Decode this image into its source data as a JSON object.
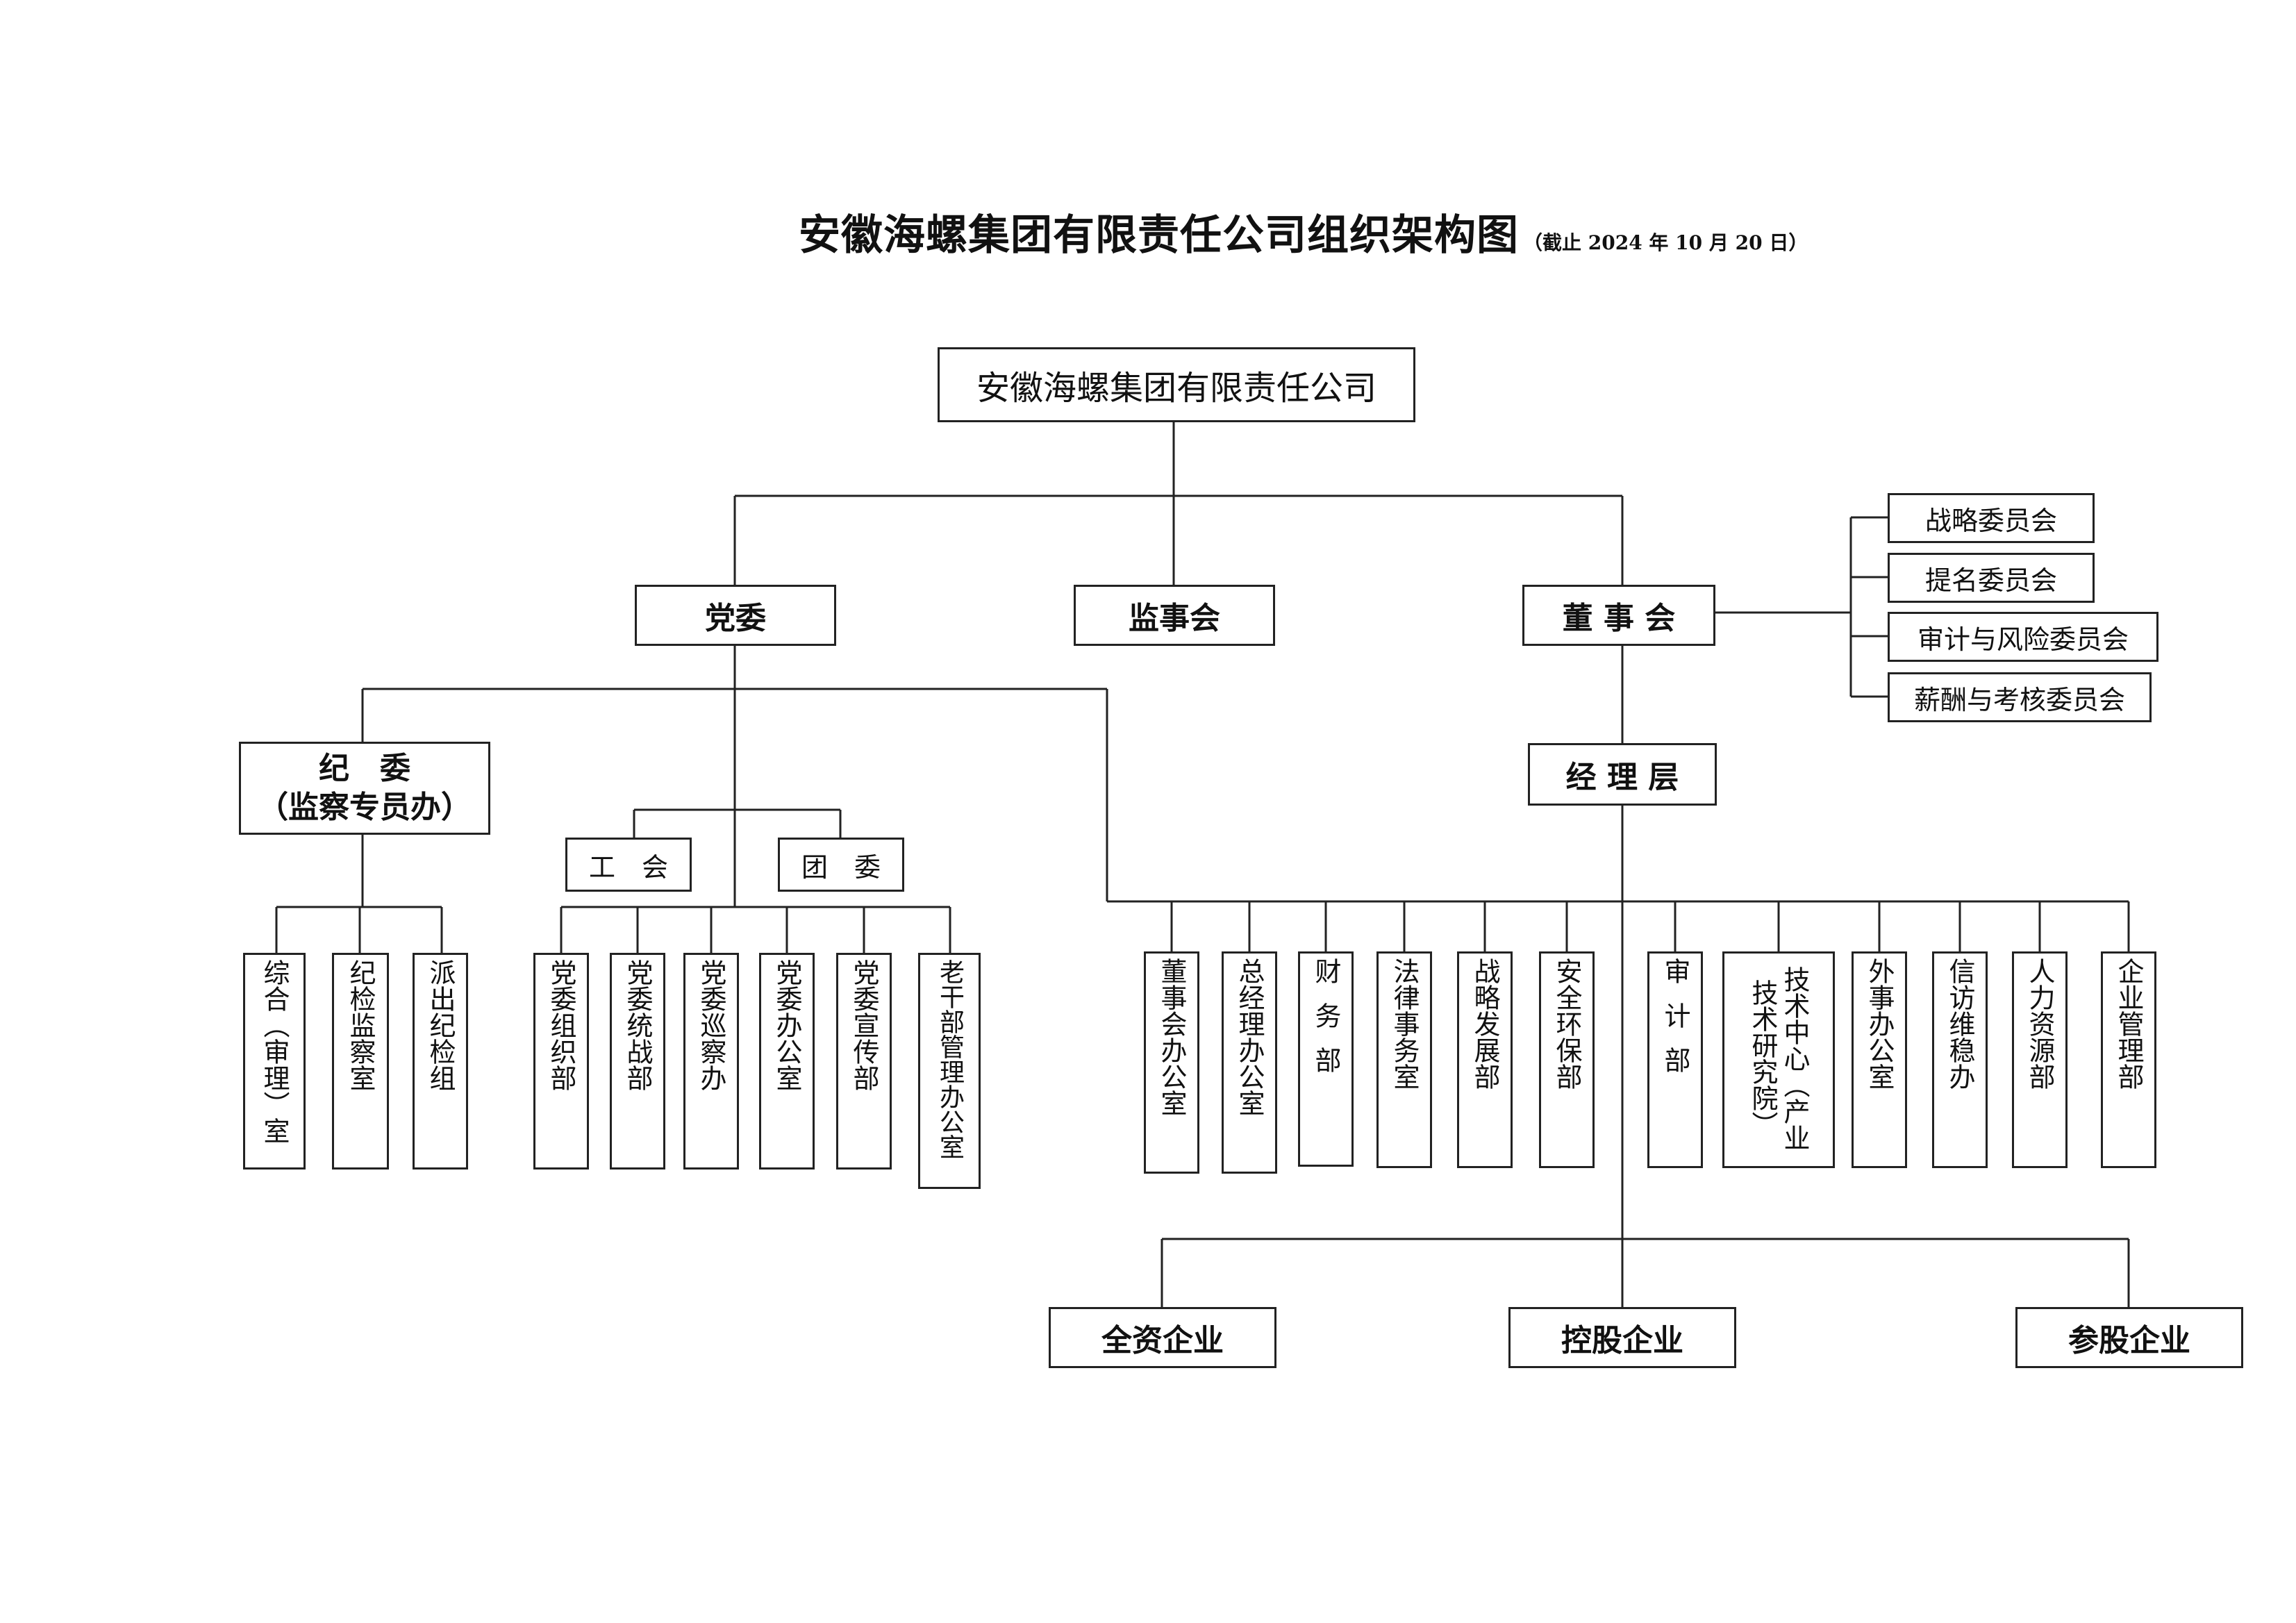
{
  "title": {
    "main": "安徽海螺集团有限责任公司组织架构图",
    "date_note": "（截止 2024 年 10 月 20 日）"
  },
  "company": "安徽海螺集团有限责任公司",
  "level1": {
    "party_committee": "党委",
    "supervisory_board": "监事会",
    "board_of_directors": "董 事 会"
  },
  "board_committees": [
    "战略委员会",
    "提名委员会",
    "审计与风险委员会",
    "薪酬与考核委员会"
  ],
  "discipline": {
    "title_line1": "纪　委",
    "title_line2": "（监察专员办）",
    "units": [
      "综合（审理）室",
      "纪检监察室",
      "派出纪检组"
    ]
  },
  "mass_orgs": [
    "工　会",
    "团　委"
  ],
  "party_depts": [
    "党委组织部",
    "党委统战部",
    "党委巡察办",
    "党委办公室",
    "党委宣传部",
    "老干部管理办公室"
  ],
  "management": "经 理 层",
  "management_depts": [
    "董事会办公室",
    "总经理办公室",
    "财务部",
    "法律事务室",
    "战略发展部",
    "安全环保部",
    "审计部",
    "技术中心（产业技术研究院）",
    "外事办公室",
    "信访维稳办",
    "人力资源部",
    "企业管理部"
  ],
  "enterprises": [
    "全资企业",
    "控股企业",
    "参股企业"
  ]
}
